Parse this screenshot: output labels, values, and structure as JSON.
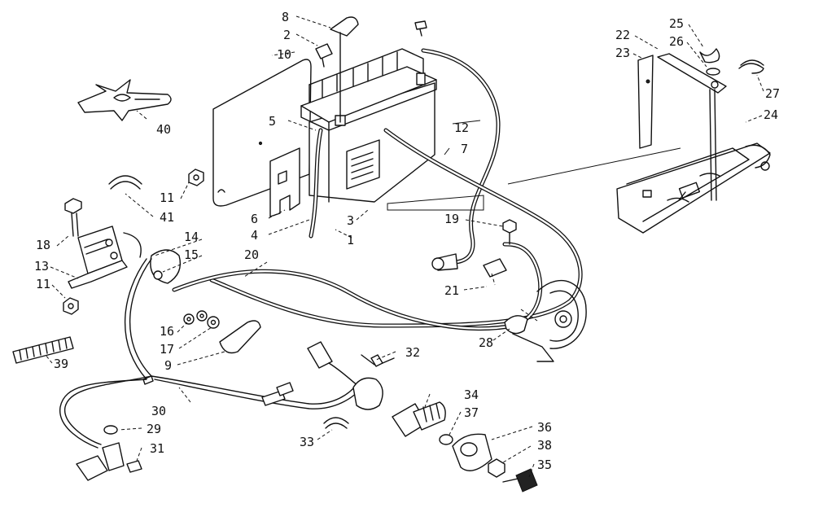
{
  "callouts": [
    {
      "id": "c8",
      "text": "8"
    },
    {
      "id": "c2",
      "text": "2"
    },
    {
      "id": "c10",
      "text": "10"
    },
    {
      "id": "c40",
      "text": "40"
    },
    {
      "id": "c5",
      "text": "5"
    },
    {
      "id": "c12",
      "text": "12"
    },
    {
      "id": "c7",
      "text": "7"
    },
    {
      "id": "c22",
      "text": "22"
    },
    {
      "id": "c23",
      "text": "23"
    },
    {
      "id": "c25",
      "text": "25"
    },
    {
      "id": "c26",
      "text": "26"
    },
    {
      "id": "c27",
      "text": "27"
    },
    {
      "id": "c24",
      "text": "24"
    },
    {
      "id": "c11a",
      "text": "11"
    },
    {
      "id": "c41",
      "text": "41"
    },
    {
      "id": "c6",
      "text": "6"
    },
    {
      "id": "c4",
      "text": "4"
    },
    {
      "id": "c3",
      "text": "3"
    },
    {
      "id": "c1",
      "text": "1"
    },
    {
      "id": "c19",
      "text": "19"
    },
    {
      "id": "c18",
      "text": "18"
    },
    {
      "id": "c14",
      "text": "14"
    },
    {
      "id": "c15",
      "text": "15"
    },
    {
      "id": "c20",
      "text": "20"
    },
    {
      "id": "c13",
      "text": "13"
    },
    {
      "id": "c11b",
      "text": "11"
    },
    {
      "id": "c21",
      "text": "21"
    },
    {
      "id": "c16",
      "text": "16"
    },
    {
      "id": "c17",
      "text": "17"
    },
    {
      "id": "c9",
      "text": "9"
    },
    {
      "id": "c28",
      "text": "28"
    },
    {
      "id": "c39",
      "text": "39"
    },
    {
      "id": "c32",
      "text": "32"
    },
    {
      "id": "c30",
      "text": "30"
    },
    {
      "id": "c34",
      "text": "34"
    },
    {
      "id": "c37",
      "text": "37"
    },
    {
      "id": "c29",
      "text": "29"
    },
    {
      "id": "c36",
      "text": "36"
    },
    {
      "id": "c33",
      "text": "33"
    },
    {
      "id": "c31",
      "text": "31"
    },
    {
      "id": "c38",
      "text": "38"
    },
    {
      "id": "c35",
      "text": "35"
    }
  ]
}
